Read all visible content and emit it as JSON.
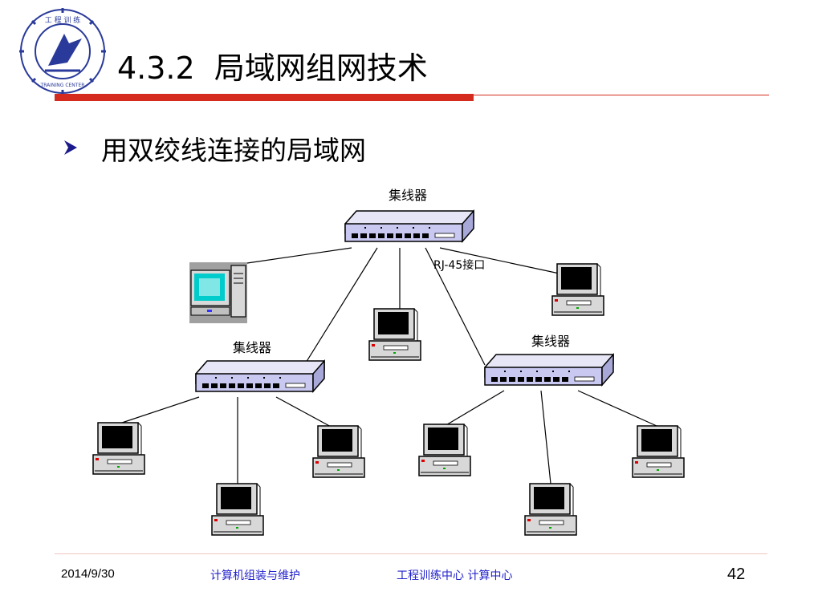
{
  "slide": {
    "title": "4.3.2  局域网组网技术",
    "bullet": "用双绞线连接的局域网"
  },
  "logo": {
    "text": "工程训练中心 ENGINEERING TRAINING CENTER",
    "color": "#2a3a9a"
  },
  "diagram": {
    "hub_label": "集线器",
    "port_label": "RJ-45接口",
    "hubs": [
      "top-hub",
      "left-hub",
      "right-hub"
    ]
  },
  "footer": {
    "date": "2014/9/30",
    "course": "计算机组装与维护",
    "dept": "工程训练中心 计算中心",
    "page": "42"
  },
  "colors": {
    "accent_red": "#d52b1e",
    "footer_blue": "#2222cc",
    "bullet_blue": "#1a1a8c",
    "hub_fill": "#c8c8f0"
  }
}
